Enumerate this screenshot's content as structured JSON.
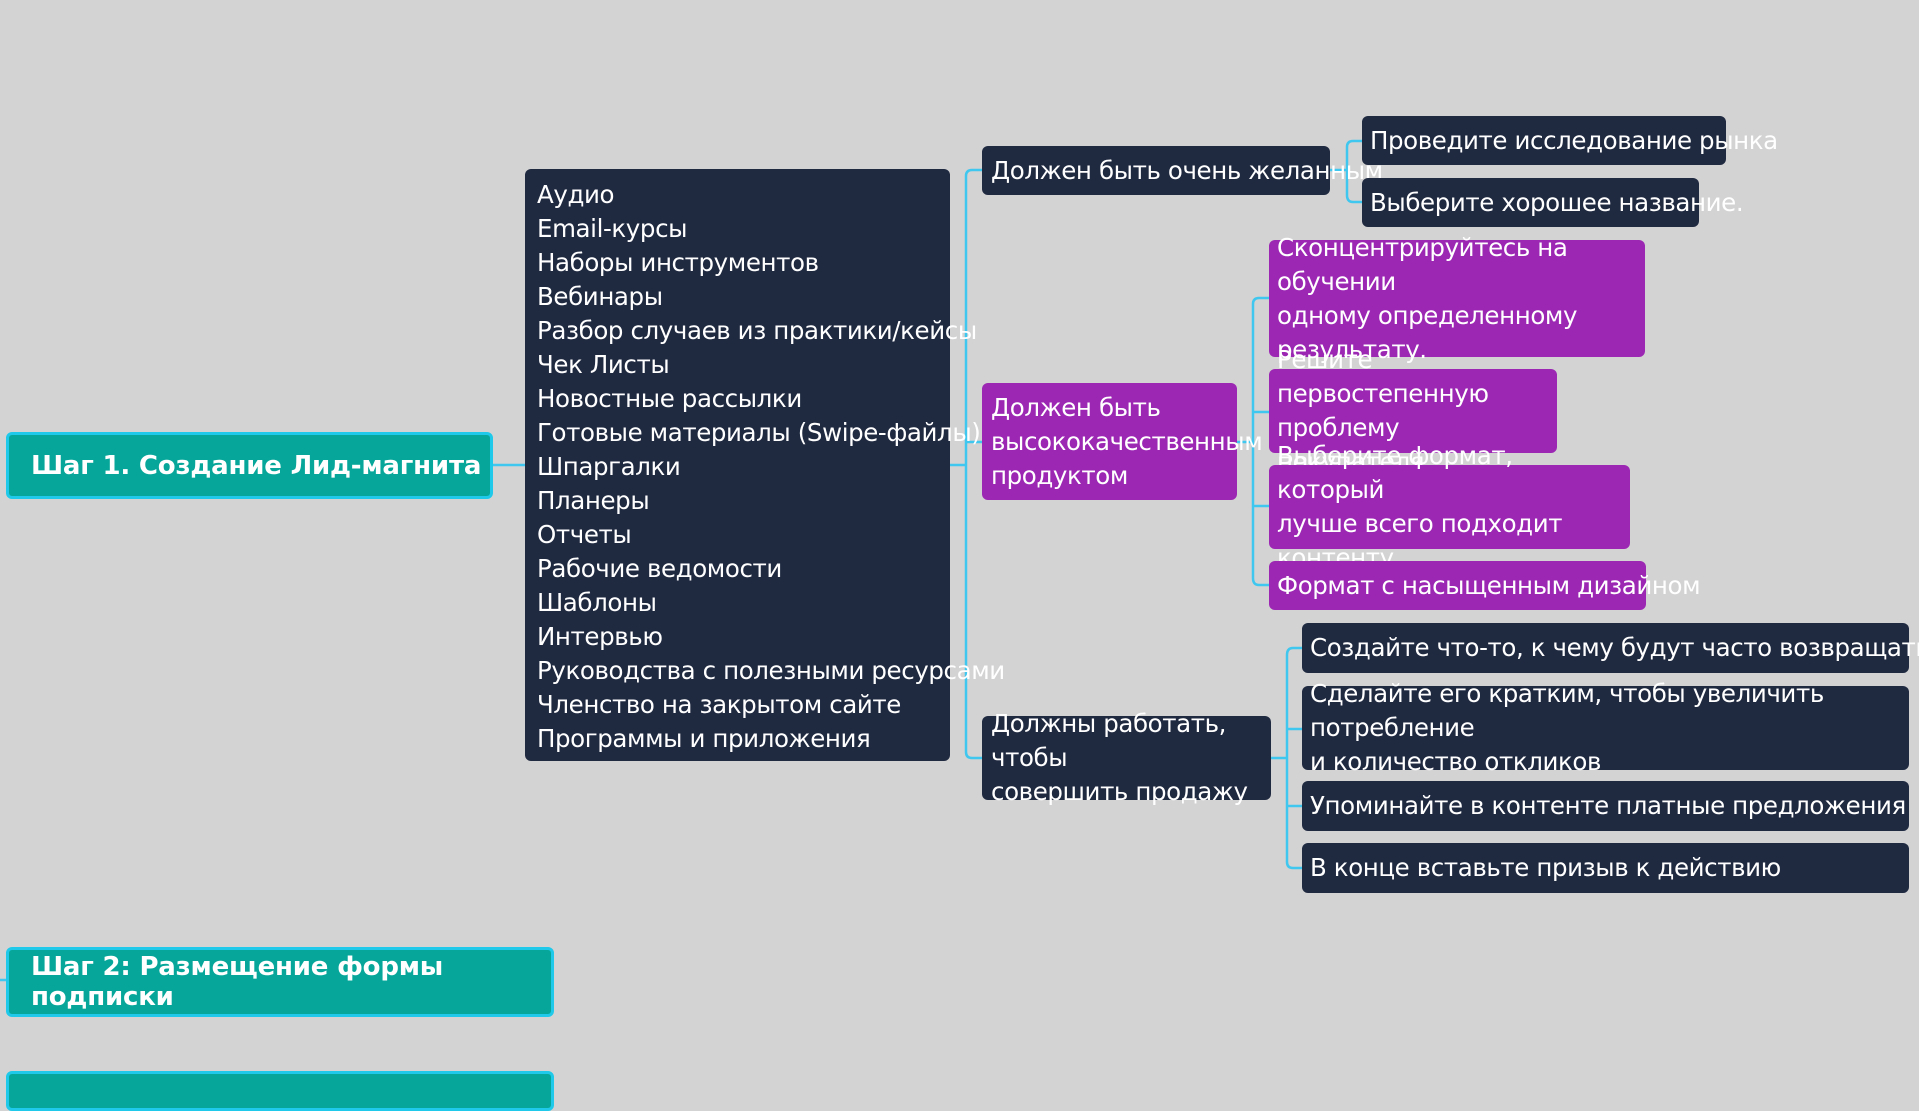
{
  "colors": {
    "background": "#d3d3d3",
    "dark_node": "#1f2940",
    "purple_node": "#9b27b3",
    "teal_node": "#06a79a",
    "connector": "#3fc7ef"
  },
  "steps": [
    {
      "label": "Шаг 1.  Создание Лид-магнита"
    },
    {
      "label": "Шаг 2: Размещение формы подписки"
    },
    {
      "label": ""
    }
  ],
  "formats": [
    "Аудио",
    "Email-курсы",
    "Наборы инструментов",
    "Вебинары",
    "Разбор случаев из практики/кейсы",
    "Чек Листы",
    "Новостные рассылки",
    "Готовые материалы (Swipe-файлы)",
    "Шпаргалки",
    "Планеры",
    "Отчеты",
    "Рабочие ведомости",
    "Шаблоны",
    "Интервью",
    "Руководства с полезными ресурсами",
    "Членство на закрытом сайте",
    "Программы и приложения"
  ],
  "branches": [
    {
      "label": "Должен быть очень желанным",
      "children": [
        "Проведите исследование рынка",
        "Выберите хорошее название."
      ]
    },
    {
      "label": "Должен быть\nвысококачественным\nпродуктом",
      "children": [
        "Сконцентрируйтесь на обучении\nодному определенному\nрезультату.",
        "Решите первостепенную\nпроблему покупателя",
        "Выберите формат, который\nлучше всего подходит контенту.",
        "Формат с насыщенным дизайном"
      ]
    },
    {
      "label": "Должны работать, чтобы\nсовершить продажу",
      "children": [
        "Создайте что-то, к чему будут часто возвращаться",
        "Сделайте его кратким, чтобы увеличить потребление\nи количество откликов",
        "Упоминайте в контенте платные предложения",
        "В конце вставьте призыв к действию"
      ]
    }
  ]
}
